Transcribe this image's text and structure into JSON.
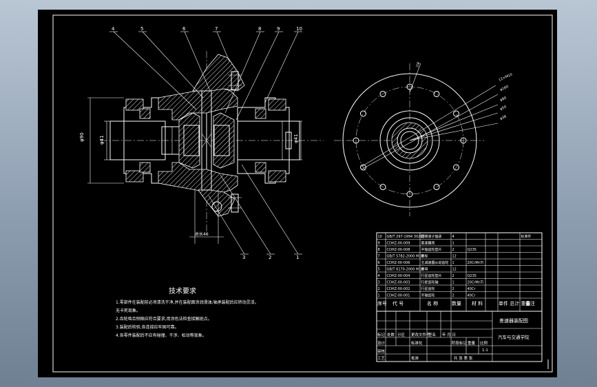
{
  "sheet": {
    "background": "#000000",
    "line_color": "#ffffff"
  },
  "balloons": [
    "4",
    "5",
    "6",
    "7",
    "8",
    "9",
    "10"
  ],
  "balloons_bottom": [
    "3",
    "2",
    "1"
  ],
  "dimensions": {
    "left_height": "φ90",
    "left_inner": "φ41",
    "right_inner": "φ41",
    "bottom_length": "总长46"
  },
  "tech_requirements": {
    "title": "技术要求",
    "items": [
      "1.零部件在装配前必须清洗干净,并在装配面涂润滑油;轴承装配后应转动灵活。",
      "无卡死现象。",
      "2.齿轮啮合侧隙应符合要求,用涂色法检查接触斑点。",
      "3.装配后检验,各连接应牢固可靠。",
      "4.各零件装配后不应有碰撞、干涉、松动等现象。"
    ]
  },
  "parts_list": {
    "rows": [
      {
        "no": "10",
        "code": "GB/T 297-1994 30207",
        "name": "圆锥滚子轴承",
        "qty": "4",
        "material": "",
        "note": "标准件"
      },
      {
        "no": "9",
        "code": "CDHZ-00-009",
        "name": "差速器壳",
        "qty": "1",
        "material": "",
        "note": ""
      },
      {
        "no": "8",
        "code": "CDHZ-00-008",
        "name": "半轴齿轮垫片",
        "qty": "2",
        "material": "Q235",
        "note": ""
      },
      {
        "no": "7",
        "code": "GB/T 5782-2000 M10",
        "name": "螺栓",
        "qty": "12",
        "material": "",
        "note": ""
      },
      {
        "no": "6",
        "code": "CDHZ-00-006",
        "name": "主减速器从动齿轮",
        "qty": "1",
        "material": "20CrMnTi",
        "note": ""
      },
      {
        "no": "5",
        "code": "GB/T 6170-2000 M10",
        "name": "螺母",
        "qty": "12",
        "material": "",
        "note": ""
      },
      {
        "no": "4",
        "code": "CDHZ-00-004",
        "name": "行星齿轮垫片",
        "qty": "2",
        "material": "Q235",
        "note": ""
      },
      {
        "no": "3",
        "code": "CDHZ-00-003",
        "name": "行星齿轮轴",
        "qty": "1",
        "material": "20CrMnTi",
        "note": ""
      },
      {
        "no": "2",
        "code": "CDHZ-00-002",
        "name": "行星齿轮",
        "qty": "2",
        "material": "40Cr",
        "note": ""
      },
      {
        "no": "1",
        "code": "CDHZ-00-001",
        "name": "半轴齿轮",
        "qty": "2",
        "material": "40Cr",
        "note": ""
      }
    ],
    "headers": {
      "no": "序号",
      "code": "代 号",
      "name": "名 称",
      "qty": "数量",
      "material": "材 料",
      "weight": "单件 总计 重量",
      "note": "备注"
    }
  },
  "title_block": {
    "drawing_name": "差速器装配图",
    "school": "汽车与交通学院",
    "labels": {
      "mark": "标记",
      "count": "处数",
      "zone": "分区",
      "change_doc": "更改文件号",
      "sign": "签名",
      "date": "年 月 日",
      "design": "设计",
      "standardize": "标准化",
      "stage_mark": "阶段标记",
      "weight": "重量",
      "scale": "比例",
      "review": "审核",
      "process": "工艺",
      "approve": "批准",
      "sheet_info": "共 张 第 张",
      "scale_value": "1:1"
    }
  }
}
